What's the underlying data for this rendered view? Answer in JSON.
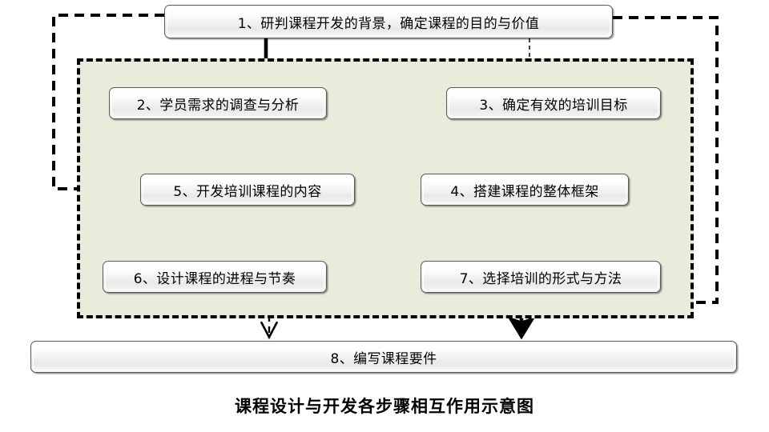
{
  "diagram": {
    "caption": "课程设计与开发各步骤相互作用示意图",
    "region_label": "core-process-region",
    "colors": {
      "region_fill": "#e8ecda",
      "node_border": "#5a5a5a",
      "line_solid": "#000000",
      "line_dashed": "#000000",
      "background": "#ffffff"
    },
    "nodes": [
      {
        "id": "n1",
        "label": "1、研判课程开发的背景，确定课程的目的与价值"
      },
      {
        "id": "n2",
        "label": "2、学员需求的调查与分析"
      },
      {
        "id": "n3",
        "label": "3、确定有效的培训目标"
      },
      {
        "id": "n4",
        "label": "4、搭建课程的整体框架"
      },
      {
        "id": "n5",
        "label": "5、开发培训课程的内容"
      },
      {
        "id": "n6",
        "label": "6、设计课程的进程与节奏"
      },
      {
        "id": "n7",
        "label": "7、选择培训的形式与方法"
      },
      {
        "id": "n8",
        "label": "8、编写课程要件"
      }
    ],
    "edges": [
      {
        "from": "n1",
        "to": "n2",
        "style": "solid-thick",
        "name": "edge-1-to-2"
      },
      {
        "from": "n1",
        "to": "n3",
        "style": "dashed-thin",
        "name": "edge-1-to-3"
      },
      {
        "from": "n2",
        "to": "n3",
        "style": "solid-thick",
        "name": "edge-2-to-3"
      },
      {
        "from": "n2",
        "to": "n6",
        "style": "dashed-thin",
        "name": "edge-2-to-6"
      },
      {
        "from": "n2",
        "to": "n4",
        "style": "dashed-thin",
        "name": "edge-2-to-4"
      },
      {
        "from": "n3",
        "to": "n4",
        "style": "solid-thick",
        "name": "edge-3-to-4"
      },
      {
        "from": "n3",
        "to": "n5",
        "style": "dashed-thin",
        "name": "edge-3-to-5"
      },
      {
        "from": "n3",
        "to": "n7",
        "style": "dashed-thin",
        "name": "edge-3-to-7"
      },
      {
        "from": "n4",
        "to": "n5",
        "style": "solid-thick",
        "name": "edge-4-to-5"
      },
      {
        "from": "n5",
        "to": "n6",
        "style": "solid-thick",
        "name": "edge-5-to-6"
      },
      {
        "from": "n5",
        "to": "n7",
        "style": "dashed-thin",
        "name": "edge-5-to-7"
      },
      {
        "from": "n6",
        "to": "n7",
        "style": "solid-thick",
        "name": "edge-6-to-7"
      },
      {
        "from": "n6",
        "to": "n8",
        "style": "dashed-thin",
        "name": "edge-6-to-8"
      },
      {
        "from": "n7",
        "to": "n8",
        "style": "solid-thick",
        "name": "edge-7-to-8"
      },
      {
        "from": "n1",
        "to": "region-left",
        "style": "dashed-bold",
        "name": "edge-1-left-loop"
      },
      {
        "from": "n1",
        "to": "region-right",
        "style": "dashed-bold",
        "name": "edge-1-right-loop"
      }
    ]
  }
}
